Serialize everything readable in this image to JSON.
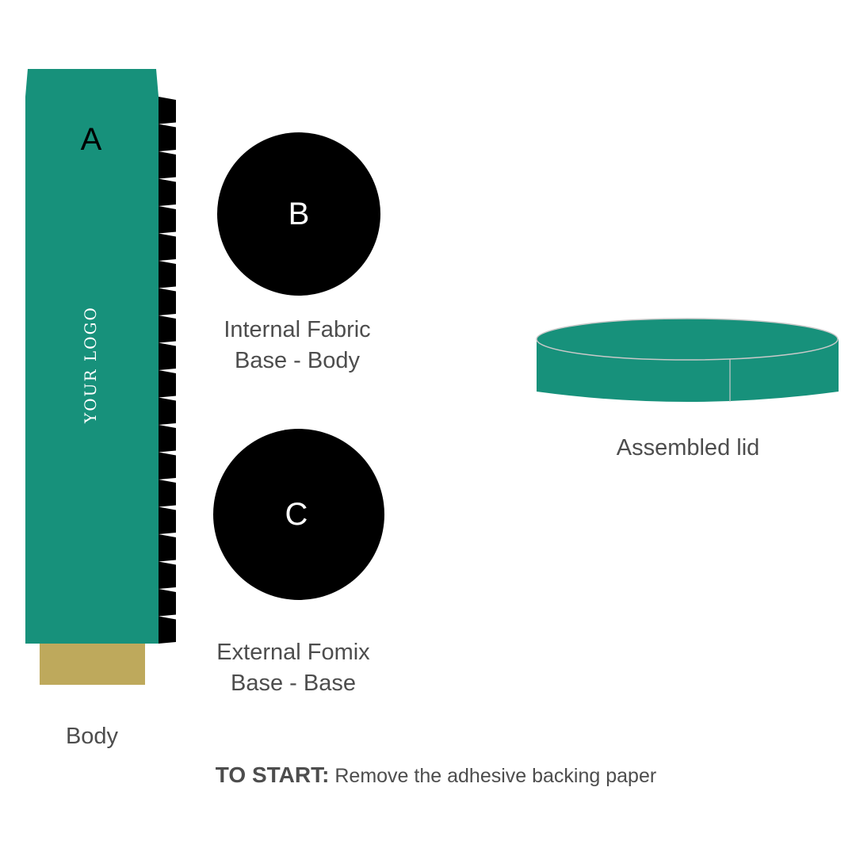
{
  "colors": {
    "green": "#17917b",
    "gold": "#bea95c",
    "black": "#000000",
    "text": "#4d4d4d"
  },
  "body_piece": {
    "letter": "A",
    "logo_text": "YOUR LOGO",
    "label": "Body"
  },
  "piece_b": {
    "letter": "B",
    "label_line1": "Internal Fabric",
    "label_line2": "Base - Body"
  },
  "piece_c": {
    "letter": "C",
    "label_line1": "External Fomix",
    "label_line2": "Base - Base"
  },
  "lid": {
    "label": "Assembled lid"
  },
  "instruction": {
    "bold": "TO START:",
    "text": " Remove the adhesive backing paper"
  }
}
